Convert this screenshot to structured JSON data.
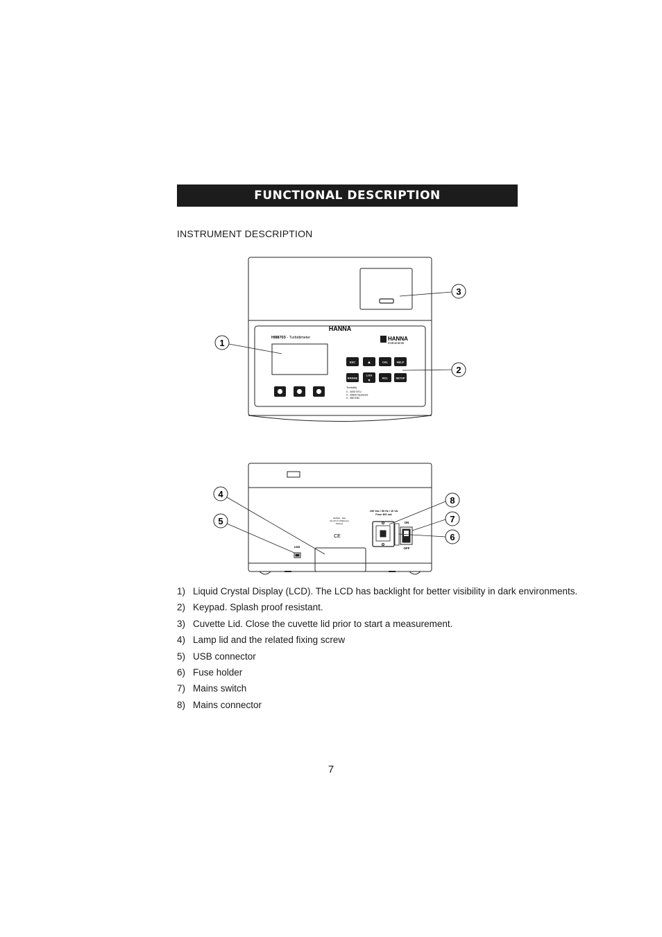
{
  "header": {
    "title": "FUNCTIONAL DESCRIPTION"
  },
  "subheading": "INSTRUMENT DESCRIPTION",
  "front_view": {
    "brand": "HANNA",
    "brand_right": "HANNA",
    "brand_right_sub": "instruments",
    "model": "HI88703",
    "model_suffix": " - Turbidimeter",
    "keys": {
      "esc": "ESC",
      "up": "▲",
      "cal": "CAL",
      "help": "HELP",
      "range": "RANGE",
      "log": "LOG",
      "down": "▼",
      "rcl": "RCL",
      "setup": "SETUP"
    },
    "ranges_title": "Turbidity",
    "ranges": [
      "0 - 4000 NTU",
      "0 - 26800 Nephelos",
      "0 - 980 EBC"
    ],
    "callouts": [
      "1",
      "2",
      "3"
    ]
  },
  "back_view": {
    "usb_label": "USB",
    "power_rating": "230 Vac / 50 Hz / 10 VA",
    "fuse_rating": "Fuse 400 mA",
    "switch_on": "ON",
    "switch_off": "OFF",
    "maker_lines": [
      "HANNA - Italy",
      "Ronchi di Villafranca",
      "Padova"
    ],
    "marks": "CE",
    "callouts": [
      "4",
      "5",
      "6",
      "7",
      "8"
    ]
  },
  "items": [
    {
      "num": "1)",
      "text": "Liquid Crystal Display (LCD). The LCD has backlight for better visibility in dark environments."
    },
    {
      "num": "2)",
      "text": "Keypad. Splash proof resistant."
    },
    {
      "num": "3)",
      "text": "Cuvette Lid. Close the cuvette lid prior to start a measurement."
    },
    {
      "num": "4)",
      "text": "Lamp lid and the related fixing screw"
    },
    {
      "num": "5)",
      "text": "USB connector"
    },
    {
      "num": "6)",
      "text": "Fuse holder"
    },
    {
      "num": "7)",
      "text": "Mains switch"
    },
    {
      "num": "8)",
      "text": "Mains connector"
    }
  ],
  "page_number": "7"
}
